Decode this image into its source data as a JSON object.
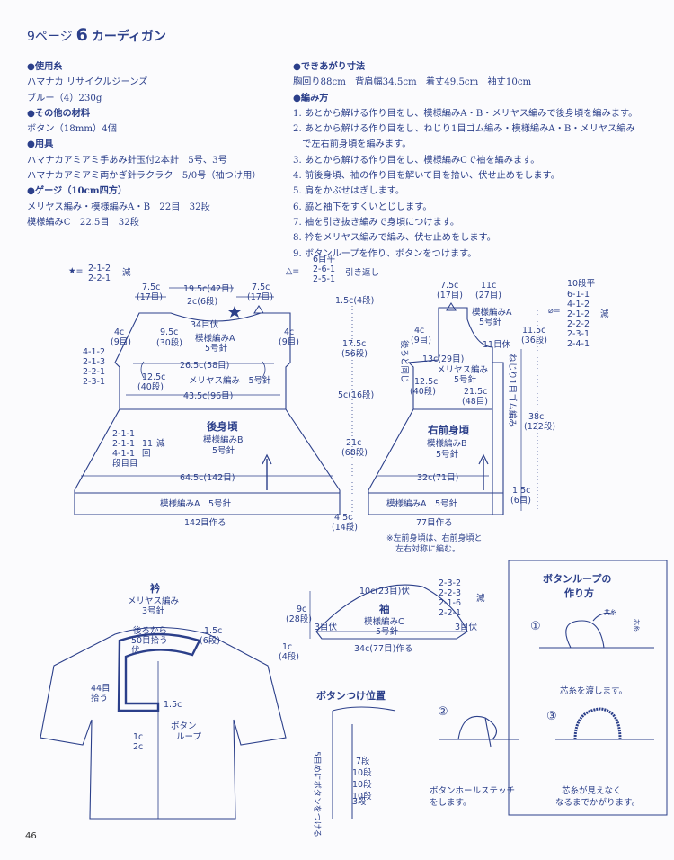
{
  "header": {
    "page_ref": "9ページ",
    "number": "6",
    "title": "カーディガン"
  },
  "materials": [
    {
      "head": "使用糸",
      "lines": [
        "ハマナカ リサイクルジーンズ",
        "ブルー（4）230g"
      ]
    },
    {
      "head": "その他の材料",
      "lines": [
        "ボタン（18mm）4個"
      ]
    },
    {
      "head": "用具",
      "lines": [
        "ハマナカアミアミ手あみ針玉付2本針　5号、3号",
        "ハマナカアミアミ両かぎ針ラクラク　5/0号（袖つけ用）"
      ]
    },
    {
      "head": "ゲージ（10cm四方）",
      "lines": [
        "メリヤス編み・模様編みA・B　22目　32段",
        "模様編みC　22.5目　32段"
      ]
    }
  ],
  "finished": {
    "head": "できあがり寸法",
    "line": "胸回り88cm　背肩幅34.5cm　着丈49.5cm　袖丈10cm"
  },
  "method": {
    "head": "編み方",
    "steps": [
      "1. あとから解ける作り目をし、模様編みA・B・メリヤス編みで後身頃を編みます。",
      "2. あとから解ける作り目をし、ねじり1目ゴム編み・模様編みA・B・メリヤス編み",
      "　で左右前身頃を編みます。",
      "3. あとから解ける作り目をし、模様編みCで袖を編みます。",
      "4. 前後身頃、袖の作り目を解いて目を拾い、伏せ止めをします。",
      "5. 肩をかぶせはぎします。",
      "6. 脇と袖下をすくいとじします。",
      "7. 袖を引き抜き編みで身頃につけます。",
      "8. 衿をメリヤス編みで編み、伏せ止めをします。",
      "9. ボタンループを作り、ボタンをつけます。"
    ]
  },
  "diagram": {
    "star_legend": {
      "sym": "★=",
      "l1": "2-1-2",
      "l2": "2-2-1",
      "tail": "減"
    },
    "tri_legend": {
      "sym": "△=",
      "l0": "6目平",
      "l1": "2-6-1",
      "l2": "2-5-1",
      "tail": "引き返し"
    },
    "back": {
      "name": "後身頃",
      "patt_b": "模様編みB",
      "needle": "5号針",
      "top_l1": "7.5c",
      "top_l2": "(17目)",
      "top_c": "19.5c(42目)",
      "top_r1": "7.5c",
      "top_r2": "(17目)",
      "neck": "2c(6段)",
      "bind": "34目伏",
      "shoulder_l1": "4c",
      "shoulder_l2": "(9目)",
      "shoulder_r1": "4c",
      "shoulder_r2": "(9目)",
      "yoke_h1": "9.5c",
      "yoke_h2": "(30段)",
      "patt_a": "模様編みA",
      "needle_a": "5号針",
      "width_mid": "26.5c(58目)",
      "arm_dec": [
        "4-1-2",
        "2-1-3",
        "2-2-1",
        "2-3-1"
      ],
      "body_h1": "12.5c",
      "body_h2": "(40段)",
      "meriyasu": "メリヤス編み　5号針",
      "chest": "43.5c(96目)",
      "side_dec": [
        "2-1-1",
        "2-1-1",
        "4-1-1"
      ],
      "side_dec_note1": "11",
      "side_dec_note2": "回",
      "side_dec_tail": "減",
      "side_dec_last": "段目目",
      "hem_w": "64.5c(142目)",
      "hem_patt": "模様編みA　5号針",
      "cast_on": "142目作る"
    },
    "side_dims": {
      "d1": "1.5c(4段)",
      "d2": "17.5c",
      "d2b": "(56段)",
      "d3": "5c(16段)",
      "d4": "21c",
      "d4b": "(68段)",
      "d5": "4.5c",
      "d5b": "(14段)"
    },
    "front": {
      "name": "右前身頃",
      "patt_b": "模様編みB",
      "needle": "5号針",
      "top_l1": "7.5c",
      "top_l2": "(17目)",
      "top_r1": "11c",
      "top_r2": "(27目)",
      "patt_a": "模様編みA",
      "needle_a": "5号針",
      "bind": "11目休",
      "sh1": "4c",
      "sh2": "(9目)",
      "same_back": "後ろと同じ",
      "m1": "13c(29目)",
      "m2": "メリヤス編み",
      "m3": "5号針",
      "body_h1": "12.5c",
      "body_h2": "(40段)",
      "w1": "21.5c",
      "w2": "(48目)",
      "rib": "ねじり1目ゴム編み",
      "neck_h1": "11.5c",
      "neck_h2": "(36段)",
      "total1": "38c",
      "total2": "(122段)",
      "hem_w": "32c(71目)",
      "hem_patt": "模様編みA　5号針",
      "cast_on": "77目作る",
      "bottom_h1": "1.5c",
      "bottom_h2": "(6目)",
      "note1": "※左前身頃は、右前身頃と",
      "note2": "左右対称に編む。"
    },
    "neck_dec": {
      "sym": "⌀=",
      "head": "10段平",
      "rows": [
        "6-1-1",
        "4-1-2",
        "2-1-2",
        "2-2-2",
        "2-3-1",
        "2-4-1"
      ],
      "tail": "減"
    },
    "collar": {
      "name": "衿",
      "sub1": "メリヤス編み",
      "sub2": "3号針",
      "pick1": "後ろから",
      "pick2": "50目拾う",
      "pick3": "伏",
      "h1": "1.5c",
      "h2": "(6段)",
      "side1": "44目",
      "side2": "拾う",
      "w": "1.5c",
      "btn1": "ボタン",
      "btn2": "ループ",
      "g1": "1c",
      "g2": "2c"
    },
    "sleeve": {
      "name": "袖",
      "patt": "模様編みC",
      "needle": "5号針",
      "top": "10c(23目)伏",
      "dec": [
        "2-3-2",
        "2-2-3",
        "2-1-6",
        "2-2-1"
      ],
      "dec_tail": "減",
      "h1": "9c",
      "h2": "(28段)",
      "b1": "1c",
      "b2": "(4段)",
      "bind_l": "3目伏",
      "bind_r": "3目伏",
      "cast_on": "34c(77目)作る"
    },
    "button_pos": {
      "title": "ボタンつけ位置",
      "rows": [
        "7段",
        "10段",
        "10段",
        "10段",
        "3段"
      ],
      "vert": "5目めにボタンをつける"
    },
    "loop_box": {
      "title1": "ボタンループの",
      "title2": "作り方",
      "s1": "①",
      "s2": "②",
      "s3": "③",
      "lbl_thread": "共糸",
      "lbl_core": "芯糸",
      "c1": "芯糸を渡します。",
      "c2a": "ボタンホールステッチ",
      "c2b": "をします。",
      "c3a": "芯糸が見えなく",
      "c3b": "なるまでかがります。"
    }
  },
  "page_number": "46"
}
